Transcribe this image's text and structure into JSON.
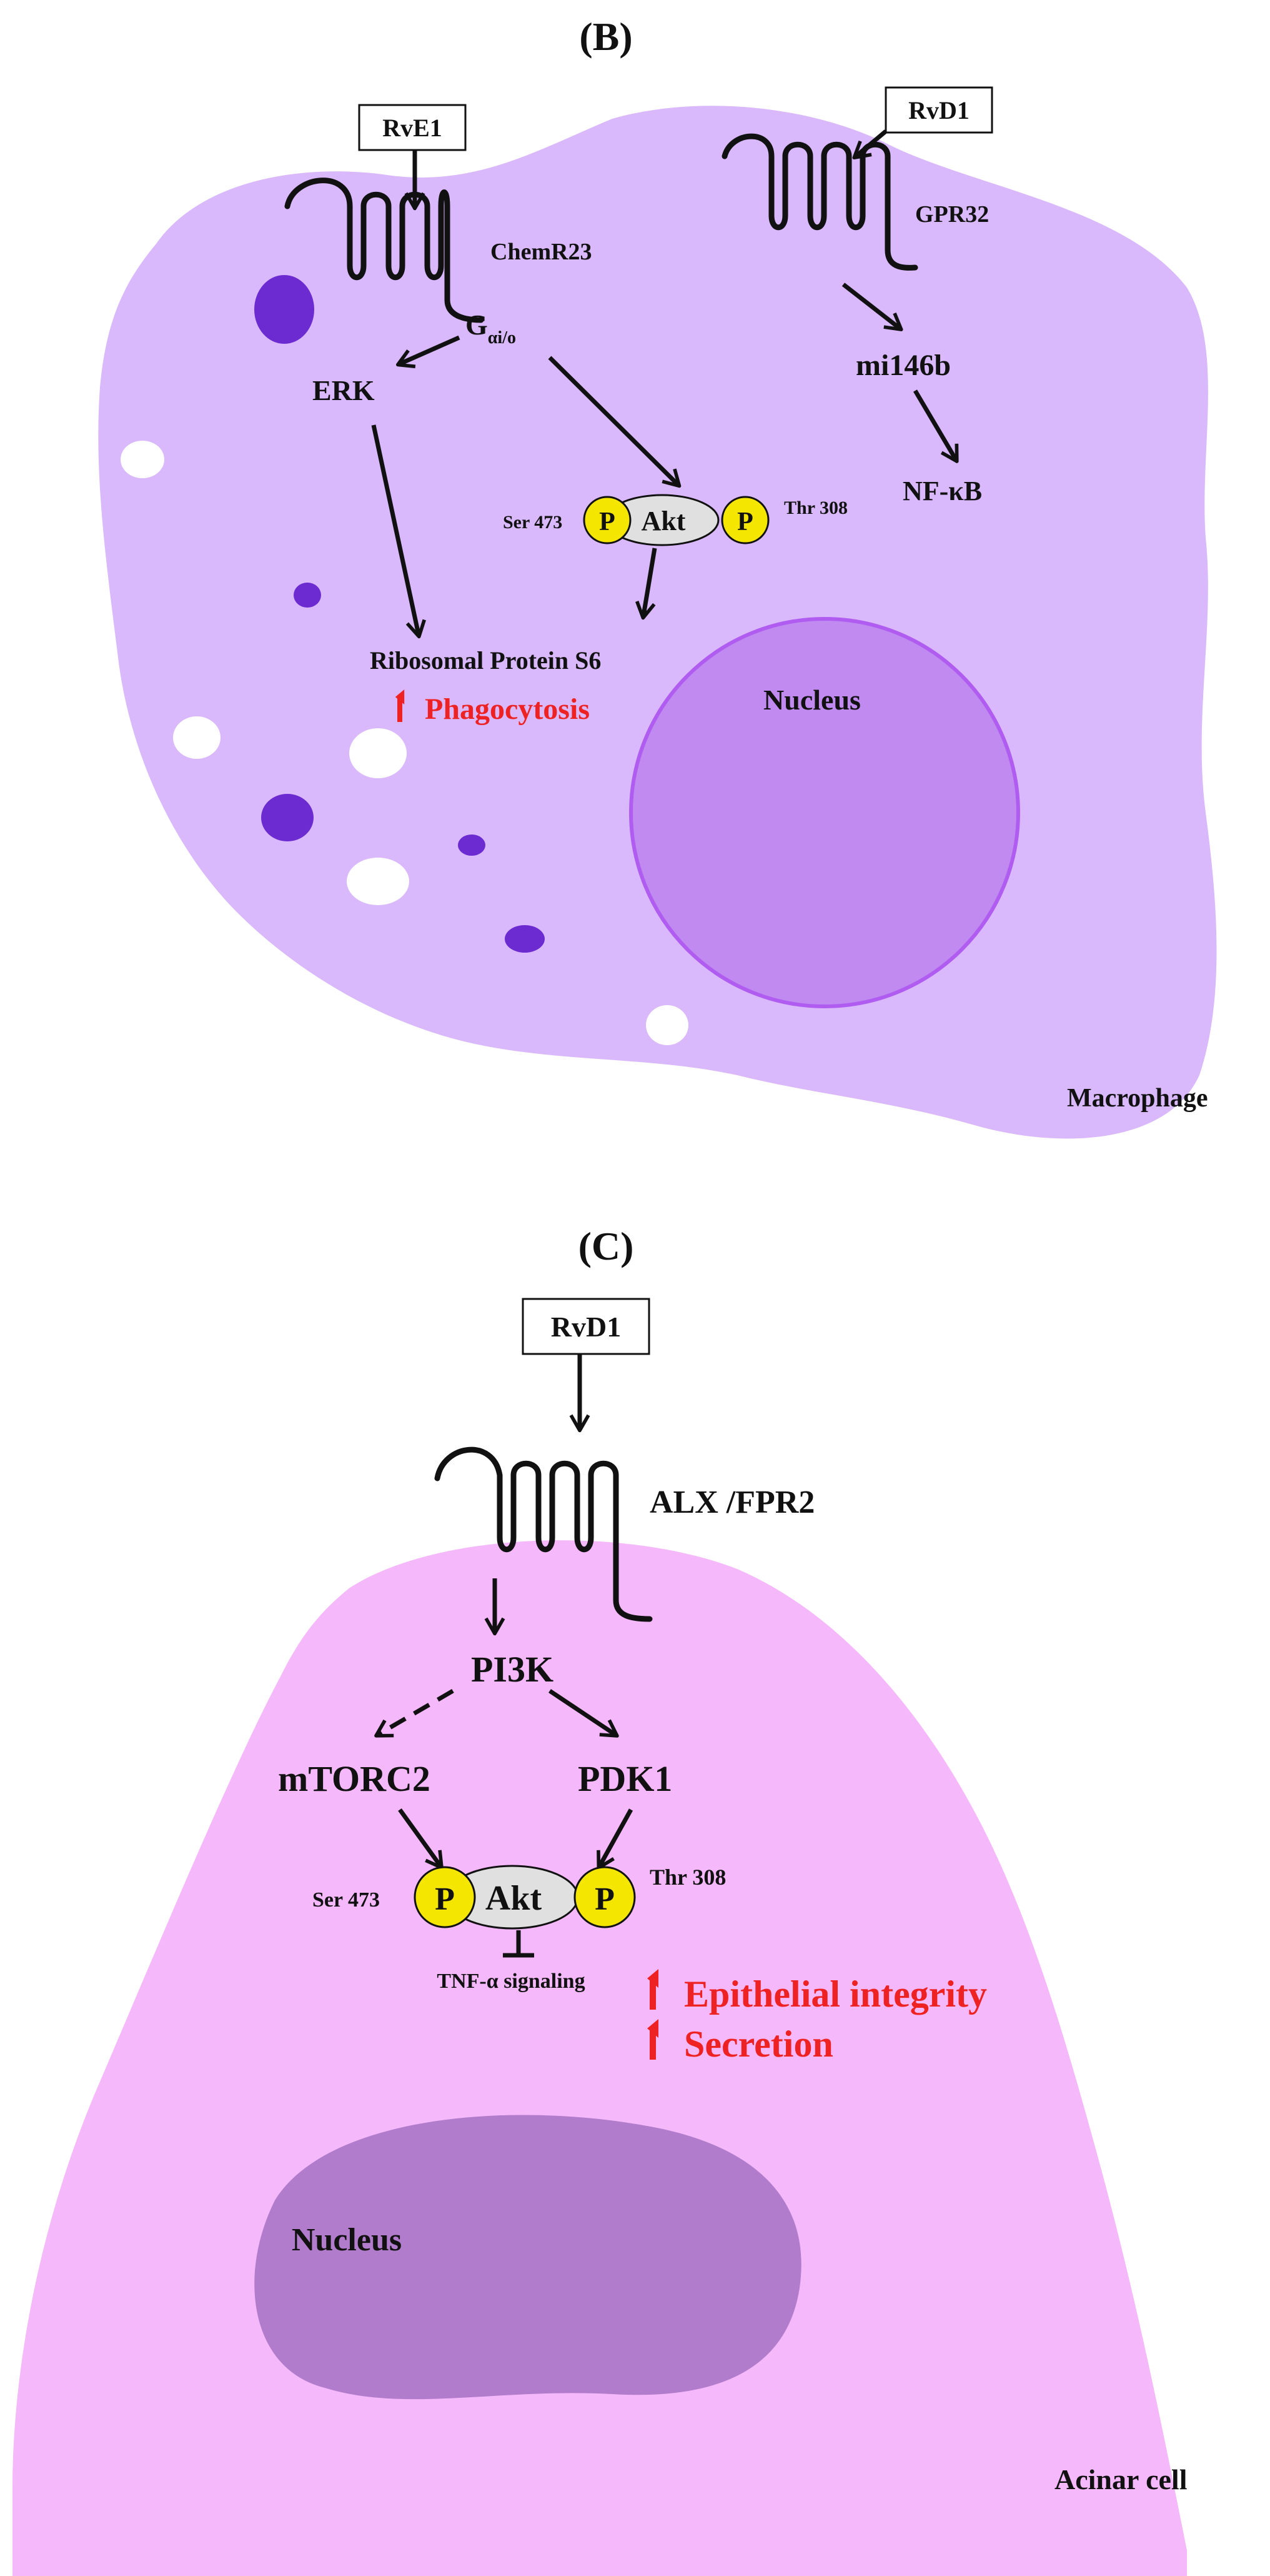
{
  "panel_b": {
    "panel_label": "(B)",
    "ligand_1": "RvE1",
    "ligand_2": "RvD1",
    "receptor_1": "ChemR23",
    "receptor_2": "GPR32",
    "g_protein_main": "G",
    "g_protein_sub": "αi/o",
    "erk": "ERK",
    "mirna": "mi146b",
    "nfkb": "NF-κB",
    "ser_site": "Ser 473",
    "thr_site": "Thr 308",
    "phospho": "P",
    "akt": "Akt",
    "target": "Ribosomal Protein S6",
    "effect": "Phagocytosis",
    "nucleus": "Nucleus",
    "cell_type": "Macrophage",
    "cell_color": "#d9b8fb",
    "nucleus_color": "#c08af0",
    "vesicle_color": "#6b2bd0"
  },
  "panel_c": {
    "panel_label": "(C)",
    "ligand": "RvD1",
    "receptor": "ALX /FPR2",
    "pi3k": "PI3K",
    "mtorc2": "mTORC2",
    "pdk1": "PDK1",
    "ser_site": "Ser 473",
    "thr_site": "Thr 308",
    "phospho": "P",
    "akt": "Akt",
    "tnf": "TNF-α signaling",
    "effect_1": "Epithelial integrity",
    "effect_2": "Secretion",
    "nucleus": "Nucleus",
    "cell_type": "Acinar cell",
    "cell_color": "#f5b8fb",
    "nucleus_color": "#b07ccb"
  },
  "colors": {
    "phospho_fill": "#f5e600",
    "akt_fill": "#e0e0e0",
    "effect_red": "#ee2222"
  }
}
